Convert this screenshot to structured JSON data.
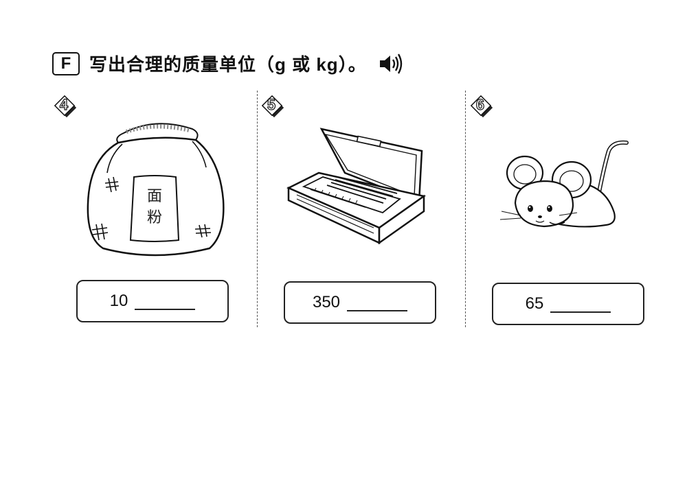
{
  "header": {
    "section_label": "F",
    "instruction_prefix": "写出合理的质量单位（",
    "instruction_units": "g 或 kg",
    "instruction_suffix": "）。",
    "speaker_icon": "speaker-icon"
  },
  "questions": [
    {
      "number": "4",
      "item_label_line1": "面",
      "item_label_line2": "粉",
      "value": "10",
      "answer": "",
      "icon": "flour-sack-icon"
    },
    {
      "number": "5",
      "value": "350",
      "answer": "",
      "icon": "pencil-case-icon"
    },
    {
      "number": "6",
      "value": "65",
      "answer": "",
      "icon": "mouse-icon"
    }
  ],
  "colors": {
    "ink": "#111111",
    "background": "#ffffff"
  }
}
